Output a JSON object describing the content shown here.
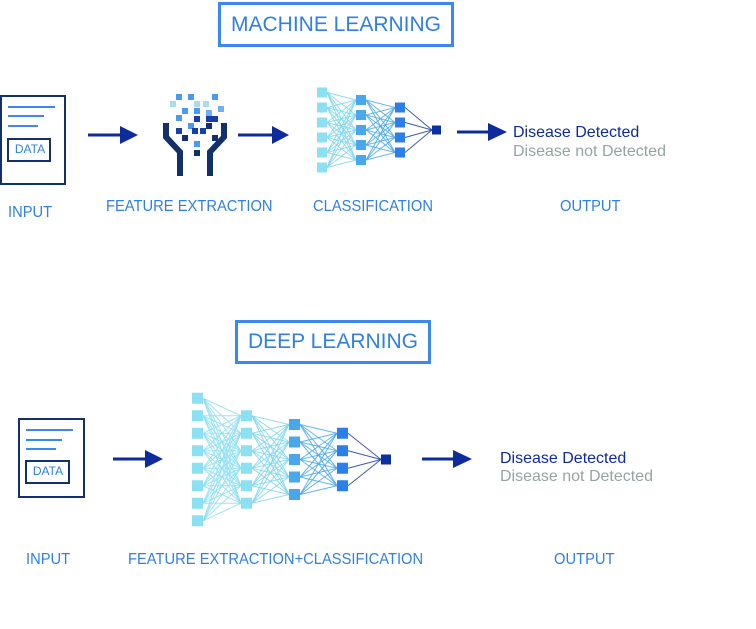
{
  "colors": {
    "accent_blue": "#2f7fe8",
    "title_border": "#3b88f0",
    "navy": "#0d2b9c",
    "dark_navy": "#13306b",
    "grey": "#97a3a3",
    "node_light": "#8be0f2",
    "node_mid": "#4aa7ec",
    "node_dark": "#2c7ee9",
    "node_output": "#0a2fa0"
  },
  "machine_learning": {
    "title": "MACHINE LEARNING",
    "input": {
      "label": "INPUT",
      "doc_tag": "DATA",
      "icon": "document-icon"
    },
    "feature_extraction": {
      "label": "FEATURE EXTRACTION",
      "icon": "funnel-pixels-icon"
    },
    "classification": {
      "label": "CLASSIFICATION",
      "icon": "neural-network-icon",
      "layers": [
        6,
        5,
        4,
        1
      ]
    },
    "output": {
      "label": "OUTPUT",
      "positive": "Disease Detected",
      "negative": "Disease not Detected"
    }
  },
  "deep_learning": {
    "title": "DEEP LEARNING",
    "input": {
      "label": "INPUT",
      "doc_tag": "DATA",
      "icon": "document-icon"
    },
    "feature_extraction_classification": {
      "label": "FEATURE EXTRACTION+CLASSIFICATION",
      "icon": "neural-network-icon",
      "layers": [
        8,
        6,
        5,
        4,
        1
      ]
    },
    "output": {
      "label": "OUTPUT",
      "positive": "Disease Detected",
      "negative": "Disease not Detected"
    }
  }
}
